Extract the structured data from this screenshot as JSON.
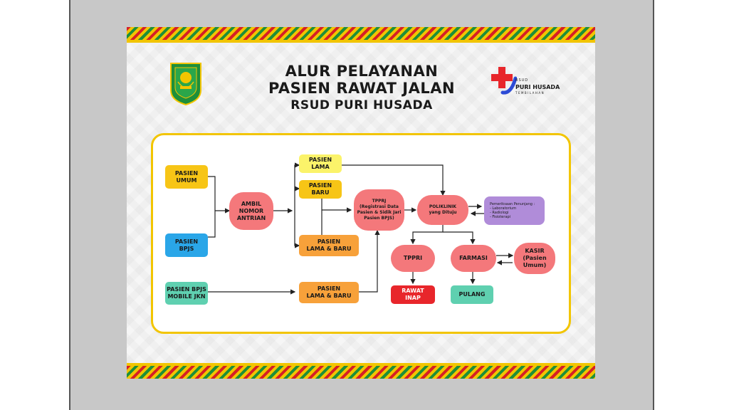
{
  "title": {
    "line1": "ALUR PELAYANAN",
    "line2": "PASIEN RAWAT JALAN",
    "line3": "RSUD PURI HUSADA"
  },
  "right_logo": {
    "rsud": "RSUD",
    "name": "PURI HUSADA",
    "sub": "TEMBILAHAN"
  },
  "colors": {
    "border_yellow": "#f2c500",
    "node_yellow": "#f7c516",
    "node_blue": "#2aa6e8",
    "node_pink": "#f4787b",
    "node_orange": "#f7a13a",
    "node_teal": "#5fd0b0",
    "node_red": "#e8262b",
    "node_purple": "#b08cd9"
  },
  "nodes": {
    "pasien_umum": "PASIEN\nUMUM",
    "pasien_bpjs": "PASIEN\nBPJS",
    "pasien_bpjs_mobile": "PASIEN BPJS\nMOBILE JKN",
    "ambil_nomor": "AMBIL\nNOMOR\nANTRIAN",
    "pasien_lama": "PASIEN\nLAMA",
    "pasien_baru": "PASIEN\nBARU",
    "pasien_lama_baru_1": "PASIEN\nLAMA & BARU",
    "pasien_lama_baru_2": "PASIEN\nLAMA & BARU",
    "tpprj": "TPPRJ\n(Registrasi Data\nPasien & Sidik Jari\nPasien BPJS)",
    "poliklinik": "POLIKLINIK\nyang Dituju",
    "penunjang": "Pemeriksaan Penunjang :\n- Laboratorium\n- Radiologi\n- Fisioterapi",
    "tppri": "TPPRI",
    "farmasi": "FARMASI",
    "kasir": "KASIR\n(Pasien\nUmum)",
    "rawat_inap": "RAWAT\nINAP",
    "pulang": "PULANG"
  }
}
